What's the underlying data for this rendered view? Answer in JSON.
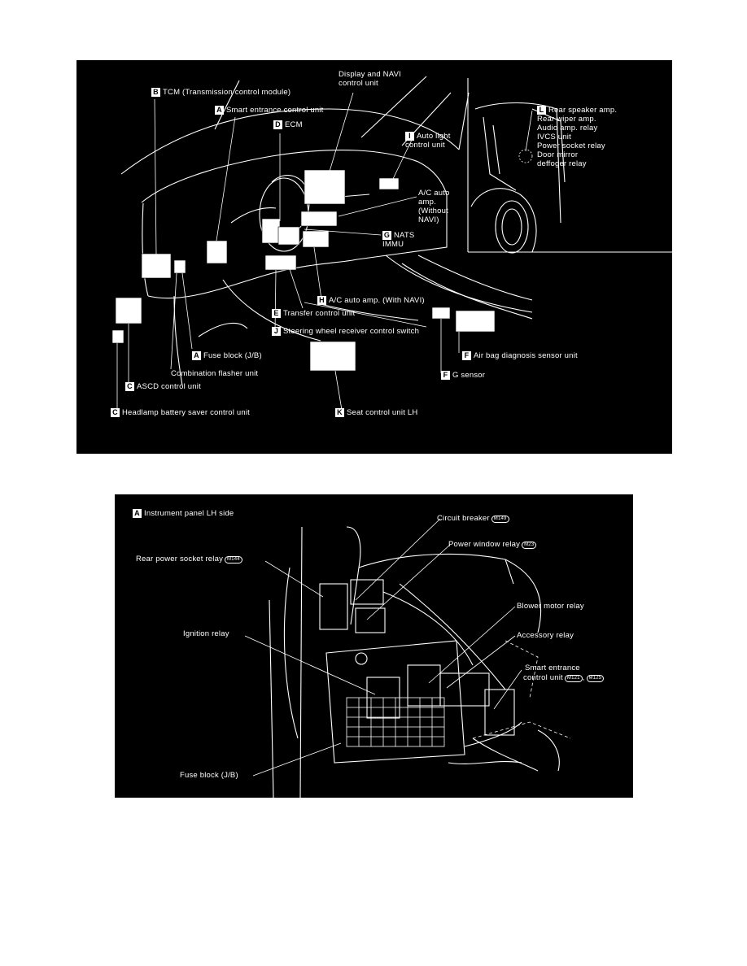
{
  "top_diagram": {
    "labels": {
      "tcm": {
        "letter": "B",
        "text": "TCM (Transmission control module)"
      },
      "smart_entrance": {
        "letter": "A",
        "text": "Smart entrance control unit"
      },
      "ecm": {
        "letter": "D",
        "text": "ECM"
      },
      "display_navi": {
        "text": "Display and NAVI\ncontrol unit"
      },
      "auto_light": {
        "letter": "I",
        "text": "Auto light\ncontrol unit"
      },
      "rear_speaker": {
        "letter": "L",
        "text": "Rear speaker amp.\nRear wiper amp.\nAudio amp. relay\nIVCS unit\nPower socket relay\nDoor mirror\ndeffoger relay"
      },
      "ac_auto_without": {
        "text": "A/C auto\namp.\n(Without\nNAVI)"
      },
      "nats": {
        "letter": "G",
        "text": "NATS\nIMMU"
      },
      "ac_auto_with": {
        "letter": "H",
        "text": "A/C auto amp. (With NAVI)"
      },
      "transfer": {
        "letter": "E",
        "text": "Transfer control unit"
      },
      "steering_switch": {
        "letter": "J",
        "text": "Steering wheel receiver control switch"
      },
      "air_bag": {
        "letter": "F",
        "text": "Air bag diagnosis sensor unit"
      },
      "fuse_block": {
        "letter": "A",
        "text": "Fuse block (J/B)"
      },
      "combination_flasher": {
        "text": "Combination flasher unit"
      },
      "g_sensor": {
        "letter": "F",
        "text": "G sensor"
      },
      "ascd": {
        "letter": "C",
        "text": "ASCD control unit"
      },
      "headlamp": {
        "letter": "C",
        "text": "Headlamp battery saver control unit"
      },
      "seat_control": {
        "letter": "K",
        "text": "Seat control unit LH"
      }
    }
  },
  "bottom_diagram": {
    "title": {
      "letter": "A",
      "text": "Instrument panel LH side"
    },
    "labels": {
      "circuit_breaker": {
        "text": "Circuit breaker",
        "connectors": [
          "M149"
        ]
      },
      "power_window": {
        "text": "Power window relay",
        "connectors": [
          "M23"
        ]
      },
      "rear_power_socket": {
        "text": "Rear power socket relay",
        "connectors": [
          "M144"
        ]
      },
      "blower_motor": {
        "text": "Blower motor relay"
      },
      "accessory": {
        "text": "Accessory relay"
      },
      "ignition": {
        "text": "Ignition relay"
      },
      "smart_entrance_line1": {
        "text": "Smart entrance"
      },
      "smart_entrance_line2": {
        "text": "control unit",
        "connectors": [
          "M121",
          "M125"
        ]
      },
      "fuse_block": {
        "text": "Fuse block (J/B)"
      }
    }
  }
}
